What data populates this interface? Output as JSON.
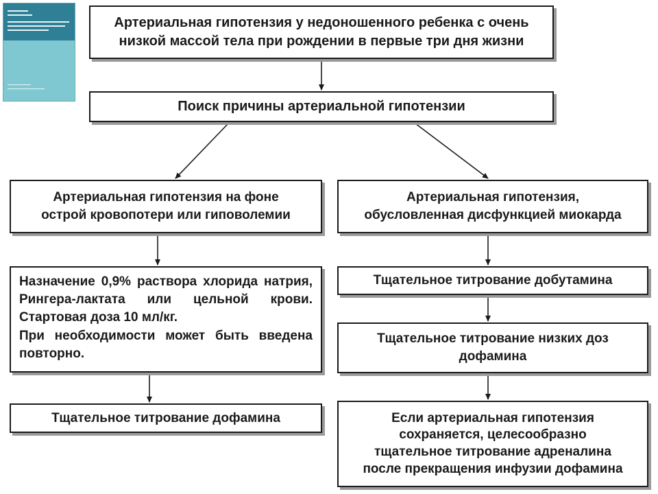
{
  "nodes": {
    "top": {
      "lines": [
        "Артериальная гипотензия у недоношенного ребенка с очень",
        "низкой массой тела при рождении в первые три дня жизни"
      ]
    },
    "search": {
      "lines": [
        "Поиск причины артериальной гипотензии"
      ]
    },
    "left_cause": {
      "lines": [
        "Артериальная гипотензия на фоне",
        "острой кровопотери или гиповолемии"
      ]
    },
    "right_cause": {
      "lines": [
        "Артериальная гипотензия,",
        "обусловленная дисфункцией миокарда"
      ]
    },
    "left_treatment": {
      "p1": "Назначение 0,9% раствора хлорида натрия, Рингера-лактата или цельной крови. Стартовая доза 10 мл/кг.",
      "p2": "При необходимости может быть введена повторно."
    },
    "left_final": {
      "lines": [
        "Тщательное титрование дофамина"
      ]
    },
    "right_step1": {
      "lines": [
        "Тщательное титрование добутамина"
      ]
    },
    "right_step2": {
      "lines": [
        "Тщательное титрование низких доз",
        "дофамина"
      ]
    },
    "right_step3": {
      "lines": [
        "Если артериальная гипотензия",
        "сохраняется, целесообразно",
        "тщательное титрование адреналина",
        "после прекращения инфузии дофамина"
      ]
    }
  },
  "colors": {
    "border": "#1a1a1a",
    "shadow": "#9a9a9a",
    "cover_light": "#7fc8d2",
    "cover_dark": "#2f7f96"
  },
  "icons": {
    "cover": "guideline-book-cover-thumbnail"
  }
}
